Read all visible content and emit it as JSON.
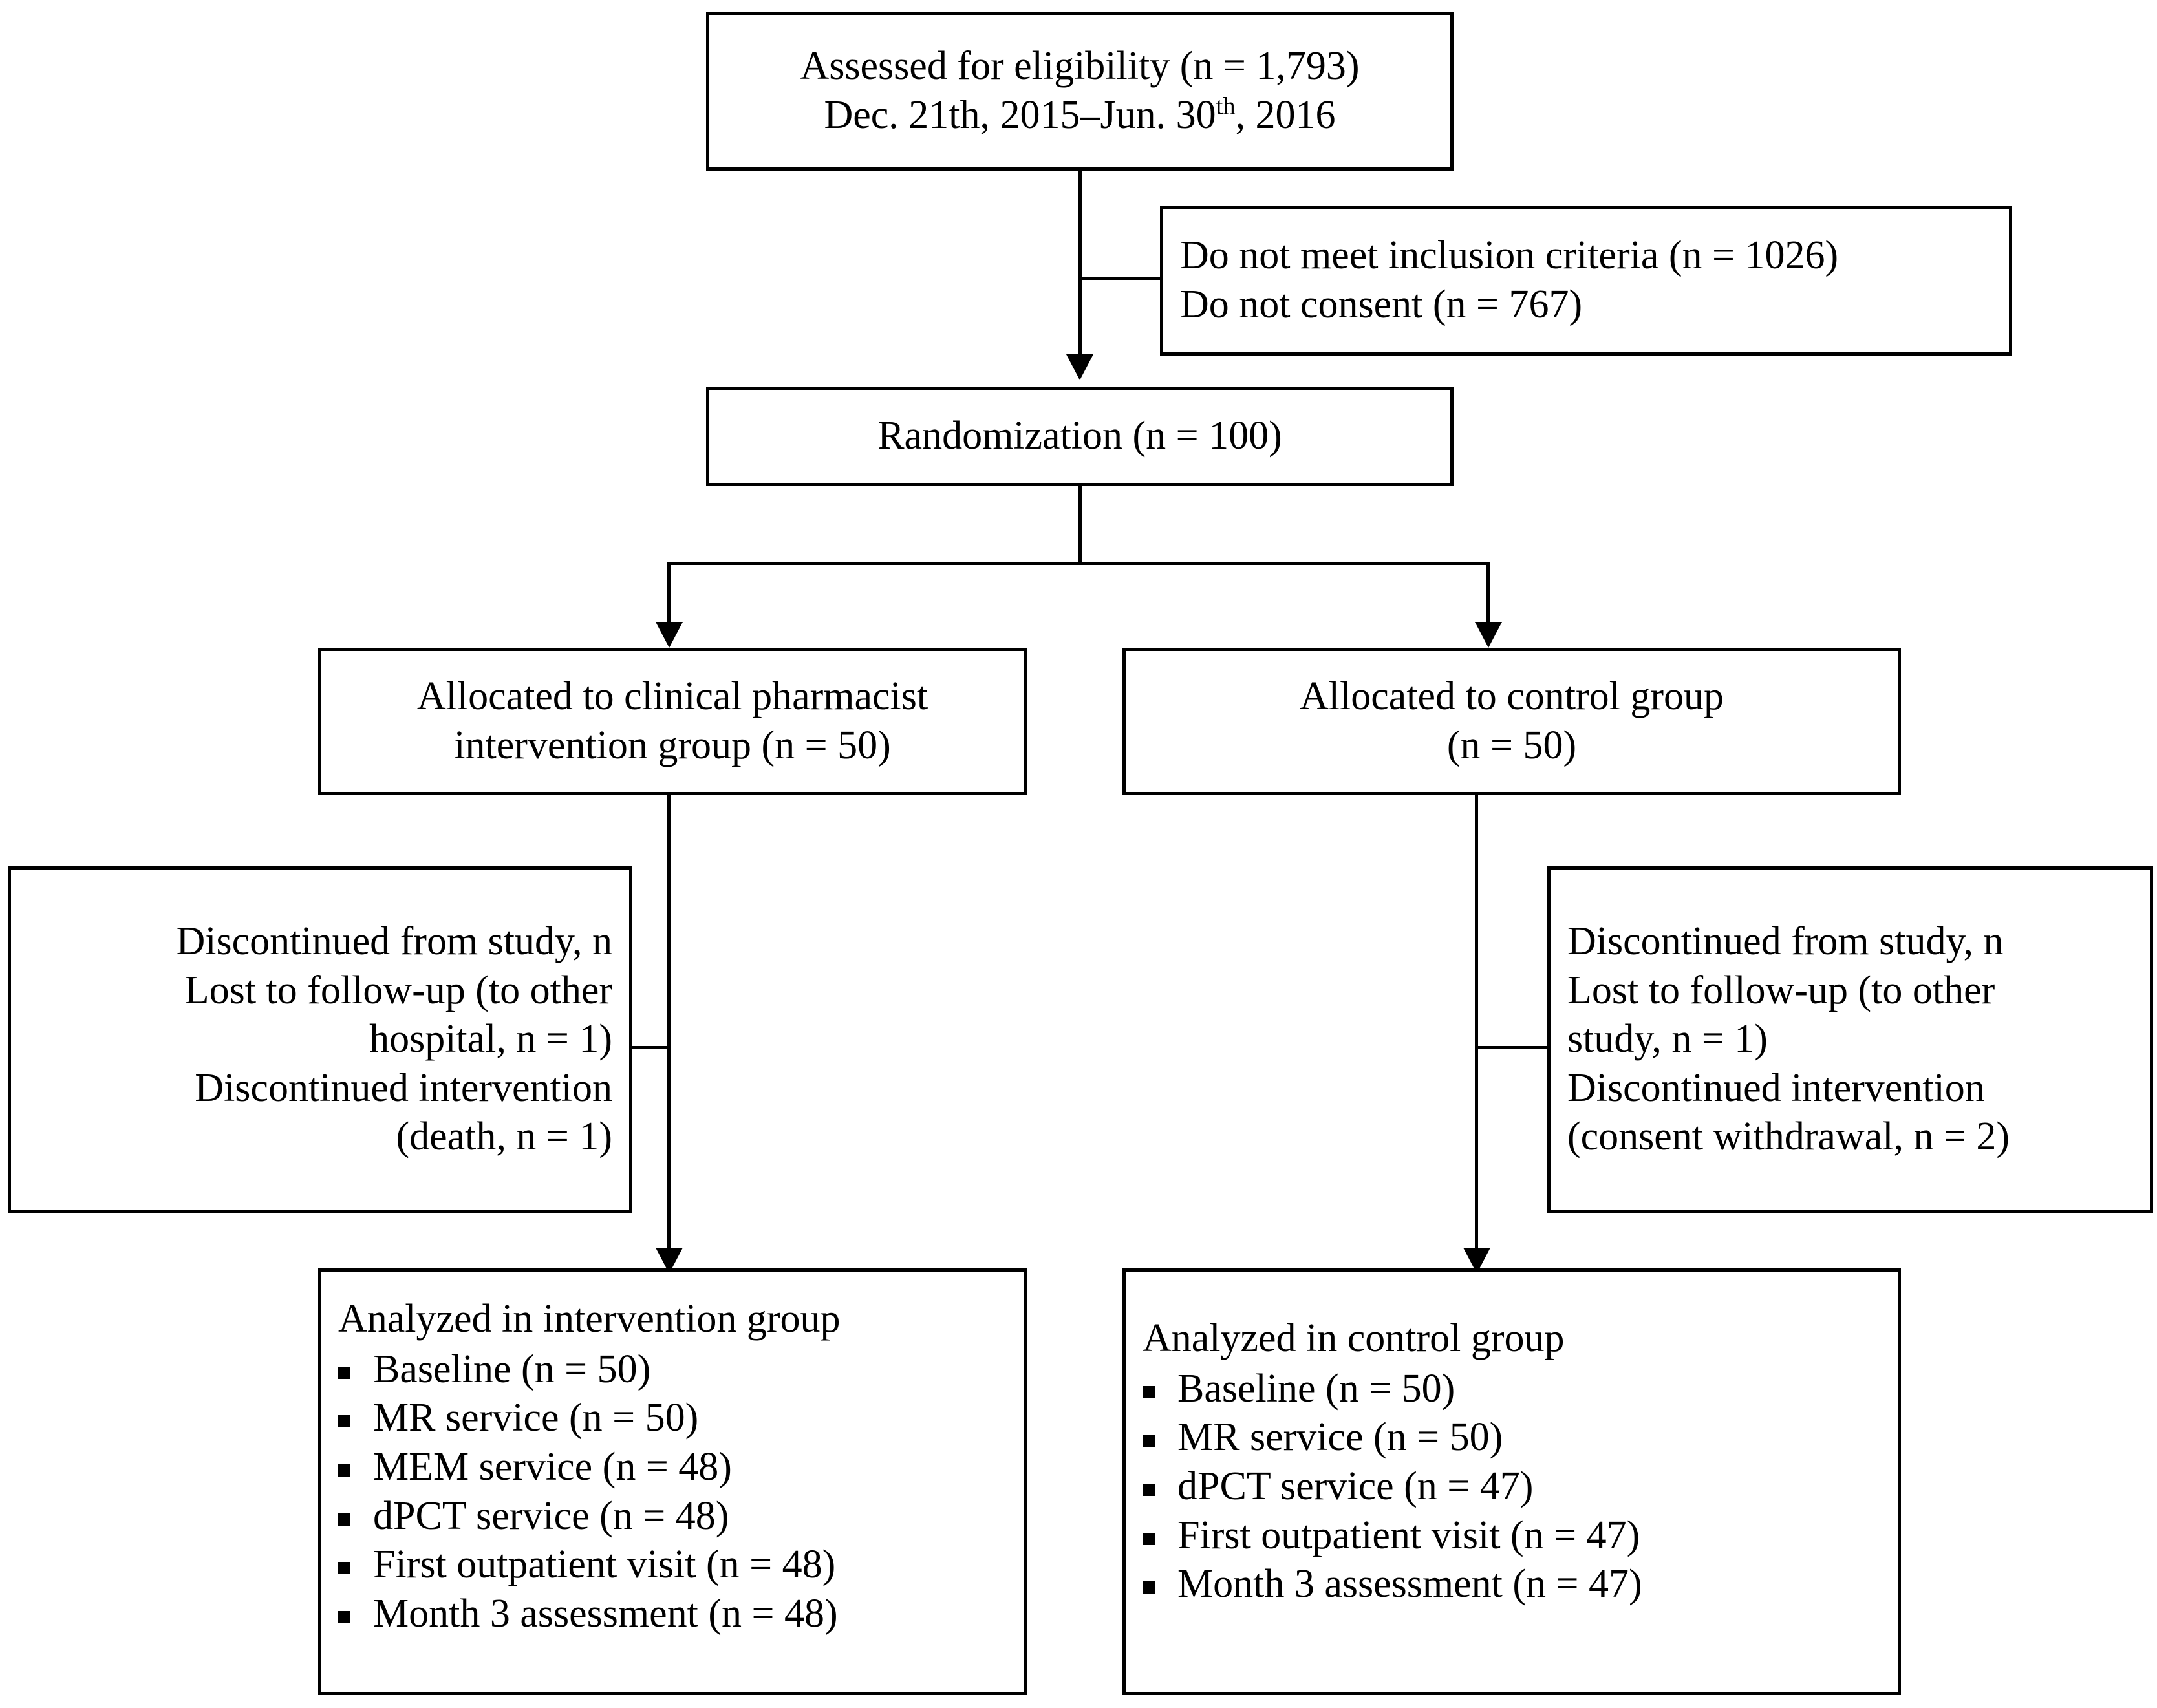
{
  "diagram": {
    "type": "consort-flow-diagram",
    "title": "CONSORT participant flow diagram",
    "boxes": {
      "eligibility": {
        "line1": "Assessed for eligibility (n = 1,793)",
        "line2_a": "Dec. 21th, 2015–Jun. 30",
        "line2_sup": "th",
        "line2_b": ",  2016"
      },
      "excluded": {
        "line1": "Do not meet inclusion criteria (n = 1026)",
        "line2": "Do not consent (n = 767)"
      },
      "randomization": {
        "line1": "Randomization (n = 100)"
      },
      "allocated_intervention": {
        "line1": "Allocated to clinical pharmacist",
        "line2": "intervention group (n = 50)"
      },
      "allocated_control": {
        "line1": "Allocated to control group",
        "line2": "(n = 50)"
      },
      "discontinued_intervention": {
        "line1": "Discontinued from study, n",
        "line2": "Lost to follow-up (to other",
        "line3": "hospital, n = 1)",
        "line4": "Discontinued intervention",
        "line5": "(death, n = 1)"
      },
      "discontinued_control": {
        "line1": "Discontinued from study, n",
        "line2": "Lost to follow-up (to other",
        "line3": "study, n = 1)",
        "line4": "Discontinued intervention",
        "line5": "(consent withdrawal, n = 2)"
      },
      "analyzed_intervention": {
        "header": "Analyzed in intervention group",
        "items": [
          "Baseline (n = 50)",
          "MR service (n = 50)",
          "MEM service (n = 48)",
          "dPCT service (n = 48)",
          "First outpatient visit (n = 48)",
          "Month 3 assessment (n = 48)"
        ]
      },
      "analyzed_control": {
        "header": "Analyzed in control group",
        "items": [
          "Baseline (n = 50)",
          "MR service (n = 50)",
          "dPCT service (n = 47)",
          "First outpatient visit (n = 47)",
          "Month 3 assessment (n = 47)"
        ]
      }
    },
    "colors": {
      "stroke": "#000000",
      "background": "#ffffff",
      "text": "#000000"
    }
  }
}
